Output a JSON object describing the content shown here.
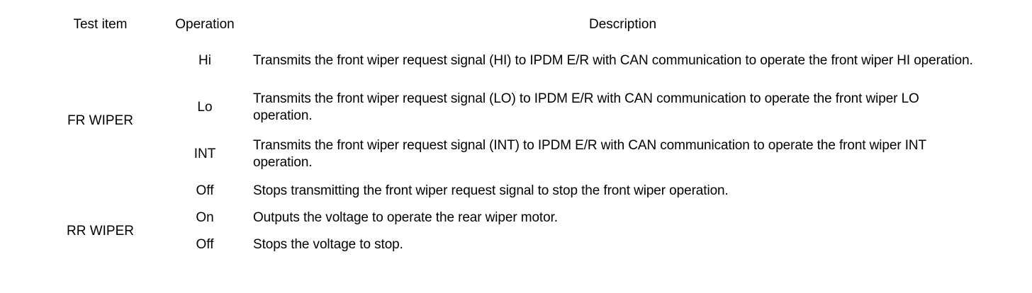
{
  "table": {
    "headers": {
      "test_item": "Test item",
      "operation": "Operation",
      "description": "Description"
    },
    "groups": [
      {
        "name": "FR WIPER",
        "rows": [
          {
            "operation": "Hi",
            "description": "Transmits the front wiper request signal (HI) to IPDM E/R with CAN communication to operate the front wiper HI operation."
          },
          {
            "operation": "Lo",
            "description": "Transmits the front wiper request signal (LO) to IPDM E/R with CAN communication to operate the front wiper LO operation."
          },
          {
            "operation": "INT",
            "description": "Transmits the front wiper request signal (INT) to IPDM E/R with CAN communication to operate the front wiper INT operation."
          },
          {
            "operation": "Off",
            "description": "Stops transmitting the front wiper request signal to stop the front wiper operation."
          }
        ]
      },
      {
        "name": "RR WIPER",
        "rows": [
          {
            "operation": "On",
            "description": "Outputs the voltage to operate the rear wiper motor."
          },
          {
            "operation": "Off",
            "description": "Stops the voltage to stop."
          }
        ]
      }
    ]
  },
  "colors": {
    "text": "#000000",
    "background": "#ffffff",
    "rule": "#000000"
  }
}
